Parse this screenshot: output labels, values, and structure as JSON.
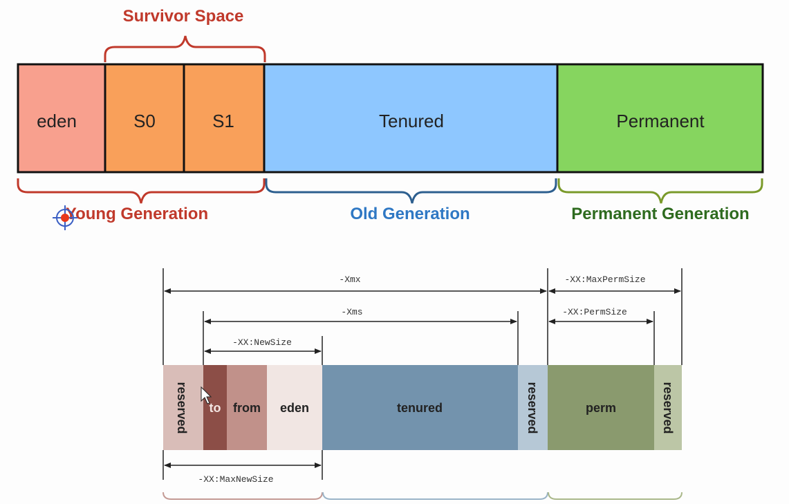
{
  "top_diagram": {
    "survivor_space_label": "Survivor Space",
    "regions": [
      {
        "key": "eden",
        "label": "eden",
        "color": "#f8a08e"
      },
      {
        "key": "s0",
        "label": "S0",
        "color": "#f9a05a"
      },
      {
        "key": "s1",
        "label": "S1",
        "color": "#f9a05a"
      },
      {
        "key": "tenured",
        "label": "Tenured",
        "color": "#8ec7ff"
      },
      {
        "key": "permanent",
        "label": "Permanent",
        "color": "#86d55f"
      }
    ],
    "groups": [
      {
        "key": "young",
        "label": "Young Generation",
        "color": "#c0392b"
      },
      {
        "key": "old",
        "label": "Old Generation",
        "color": "#2f78c4"
      },
      {
        "key": "permanent",
        "label": "Permanent Generation",
        "color": "#2e6b1f"
      }
    ]
  },
  "bottom_diagram": {
    "regions": [
      {
        "key": "reserved-young",
        "label": "reserved",
        "color": "#d9bdb8"
      },
      {
        "key": "to",
        "label": "to",
        "color": "#8c4e47"
      },
      {
        "key": "from",
        "label": "from",
        "color": "#c1918a"
      },
      {
        "key": "eden",
        "label": "eden",
        "color": "#f1e6e3"
      },
      {
        "key": "tenured",
        "label": "tenured",
        "color": "#7393ad"
      },
      {
        "key": "reserved-old",
        "label": "reserved",
        "color": "#b6c8d6"
      },
      {
        "key": "perm",
        "label": "perm",
        "color": "#8a9a6e"
      },
      {
        "key": "reserved-perm",
        "label": "reserved",
        "color": "#bcc6a6"
      }
    ],
    "dimensions": {
      "xmx": "-Xmx",
      "xms": "-Xms",
      "new_size": "-XX:NewSize",
      "max_new_size": "-XX:MaxNewSize",
      "max_perm_size": "-XX:MaxPermSize",
      "perm_size": "-XX:PermSize"
    }
  }
}
